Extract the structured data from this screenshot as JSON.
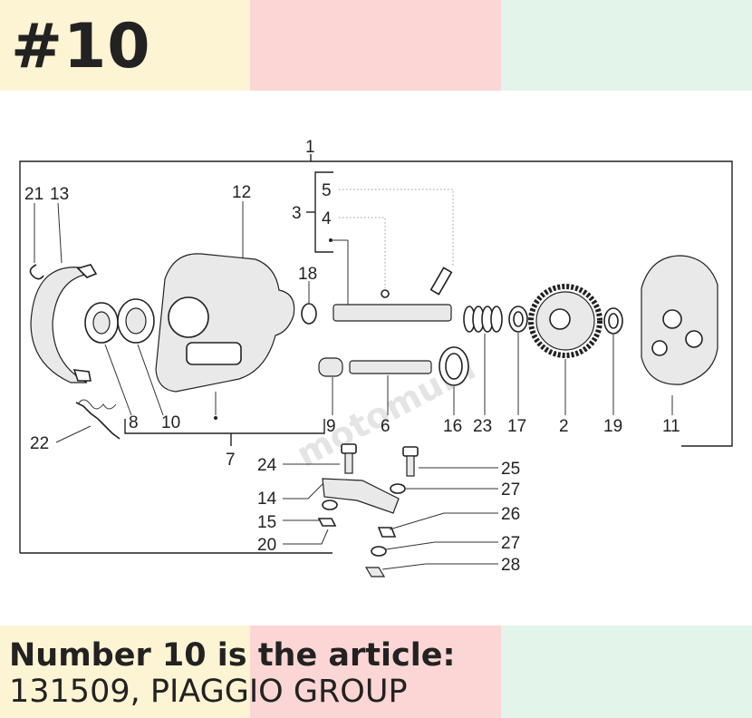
{
  "header": {
    "title": "#10"
  },
  "footer": {
    "line1": "Number 10 is the article:",
    "line2": "131509, PIAGGIO GROUP"
  },
  "diagram": {
    "watermark": "motomuni",
    "labels": {
      "l1": "1",
      "l2": "2",
      "l3": "3",
      "l4": "4",
      "l5": "5",
      "l6": "6",
      "l7": "7",
      "l8": "8",
      "l9": "9",
      "l10": "10",
      "l11": "11",
      "l12": "12",
      "l13": "13",
      "l14": "14",
      "l15": "15",
      "l16": "16",
      "l17": "17",
      "l18": "18",
      "l19": "19",
      "l20": "20",
      "l21": "21",
      "l22": "22",
      "l23": "23",
      "l24": "24",
      "l25": "25",
      "l26": "26",
      "l27a": "27",
      "l27b": "27",
      "l28": "28"
    }
  },
  "colors": {
    "band_yellow": "#fdf4d3",
    "band_pink": "#fbd6d4",
    "band_mint": "#e3f4ea"
  }
}
